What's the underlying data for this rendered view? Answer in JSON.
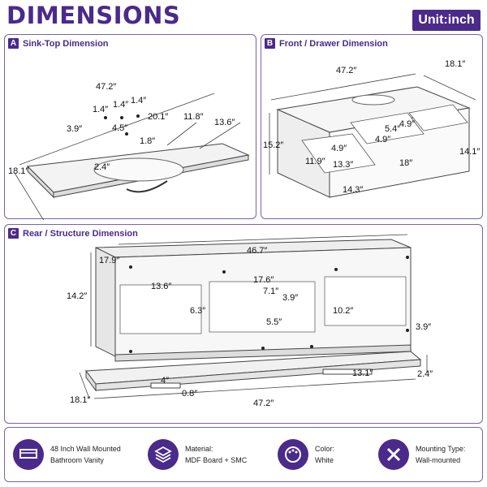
{
  "header": {
    "title": "DIMENSIONS",
    "unit": "Unit:inch"
  },
  "panel_a": {
    "tag": "A",
    "title": "Sink-Top Dimension",
    "dims": {
      "width": "47.2″",
      "depth": "18.1″",
      "left_offset": "3.9″",
      "hole1": "1.4″",
      "hole2": "1.4″",
      "hole3": "1.4″",
      "basin_w": "20.1″",
      "basin_d": "11.8″",
      "right_offset": "13.6″",
      "drain": "4.5″",
      "drain_d": "1.8″",
      "front": "2.4″"
    }
  },
  "panel_b": {
    "tag": "B",
    "title": "Front / Drawer Dimension",
    "dims": {
      "width": "47.2″",
      "depth": "18.1″",
      "height": "15.2″",
      "side_h": "14.1″",
      "d1": "4.9″",
      "d2": "4.9″",
      "d3": "5.4″",
      "d4": "4.9″",
      "d5": "11.9″",
      "d6": "13.3″",
      "d7": "14.3″",
      "d8": "18″"
    }
  },
  "panel_c": {
    "tag": "C",
    "title": "Rear / Structure Dimension",
    "dims": {
      "top_depth": "17.9″",
      "width": "46.7″",
      "height": "14.2″",
      "c1": "13.6″",
      "c2": "17.6″",
      "c3": "7.1″",
      "c4": "3.9″",
      "c5": "6.3″",
      "c6": "5.5″",
      "c7": "10.2″",
      "c8": "3.9″",
      "slot": "4″",
      "slot_t": "0.8″",
      "base_w": "47.2″",
      "base_d": "18.1″",
      "base_h": "2.4″",
      "rail": "13.1″"
    }
  },
  "footer": {
    "items": [
      {
        "icon": "vanity-icon",
        "line1": "48 Inch Wall Mounted",
        "line2": "Bathroom Vanity"
      },
      {
        "icon": "layers-icon",
        "line1": "Material:",
        "line2": "MDF Board + SMC"
      },
      {
        "icon": "palette-icon",
        "line1": "Color:",
        "line2": "White"
      },
      {
        "icon": "tools-icon",
        "line1": "Mounting Type:",
        "line2": "Wall-mounted"
      }
    ]
  },
  "colors": {
    "accent": "#4a2a8a",
    "border": "#7a62ad"
  }
}
